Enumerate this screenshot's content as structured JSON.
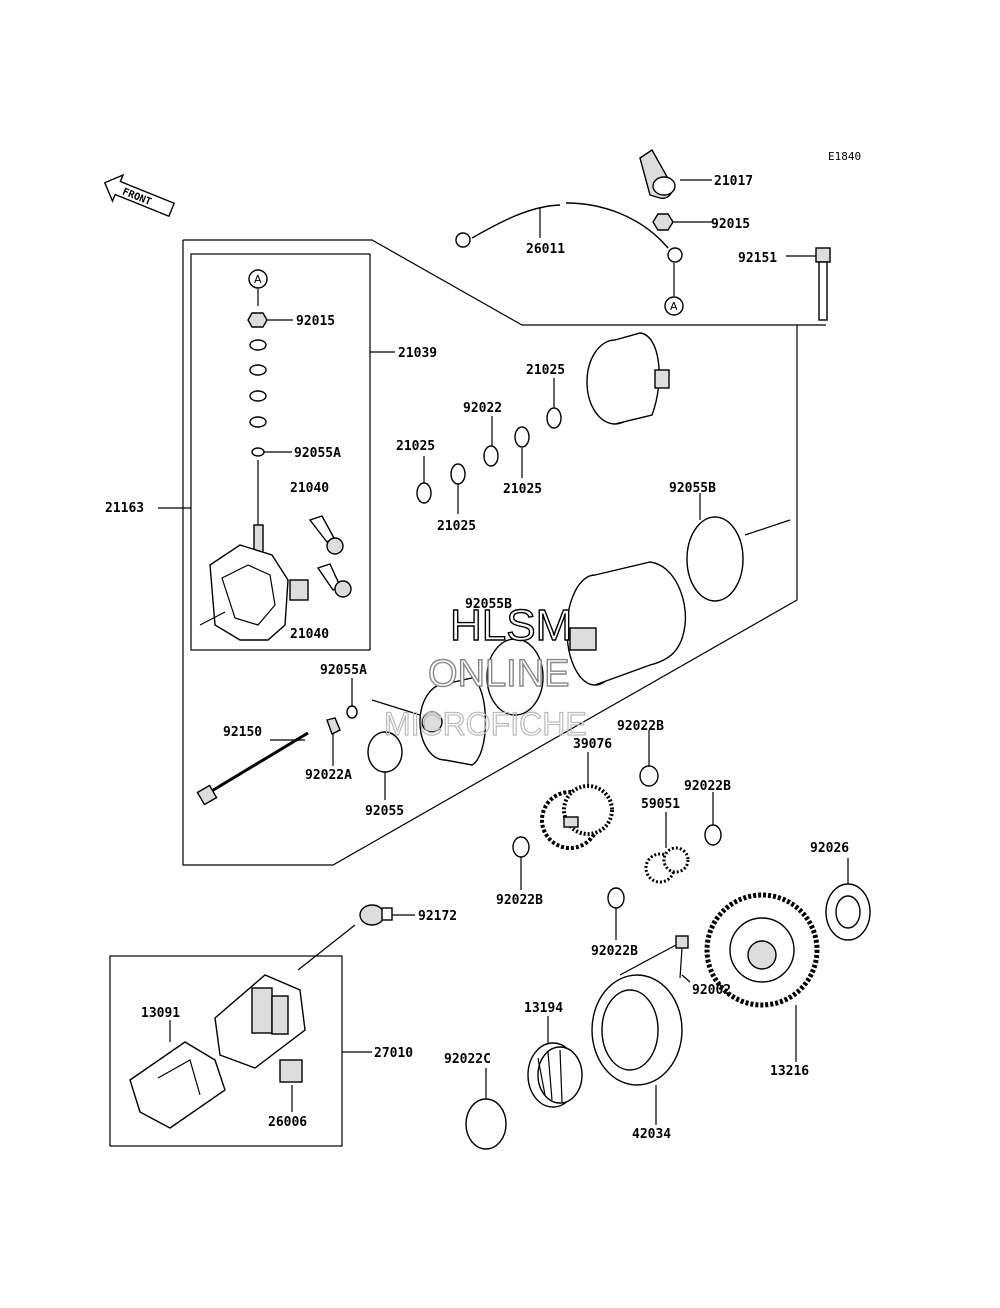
{
  "diagram_code": "E1840",
  "front_label": "FRONT",
  "ref_marker": "A",
  "watermark": {
    "line1": "HLSM",
    "line2": "ONLINE",
    "line3": "MICROFICHE"
  },
  "parts": {
    "p21017": "21017",
    "p92015_top": "92015",
    "p26011": "26011",
    "p92151": "92151",
    "p92015_inner": "92015",
    "p21039": "21039",
    "p92055A_inner": "92055A",
    "p21040_a": "21040",
    "p21040_b": "21040",
    "p21163": "21163",
    "p21025_a": "21025",
    "p92022": "92022",
    "p21025_b": "21025",
    "p21025_c": "21025",
    "p21025_d": "21025",
    "p92055B_a": "92055B",
    "p92055B_b": "92055B",
    "p92055A": "92055A",
    "p92150": "92150",
    "p92022A": "92022A",
    "p92055": "92055",
    "p92022B_a": "92022B",
    "p39076": "39076",
    "p92022B_b": "92022B",
    "p59051": "59051",
    "p92026": "92026",
    "p92022B_c": "92022B",
    "p92022B_d": "92022B",
    "p92172": "92172",
    "p92002": "92002",
    "p13091": "13091",
    "p27010": "27010",
    "p26006": "26006",
    "p13194": "13194",
    "p92022C": "92022C",
    "p42034": "42034",
    "p13216": "13216"
  }
}
